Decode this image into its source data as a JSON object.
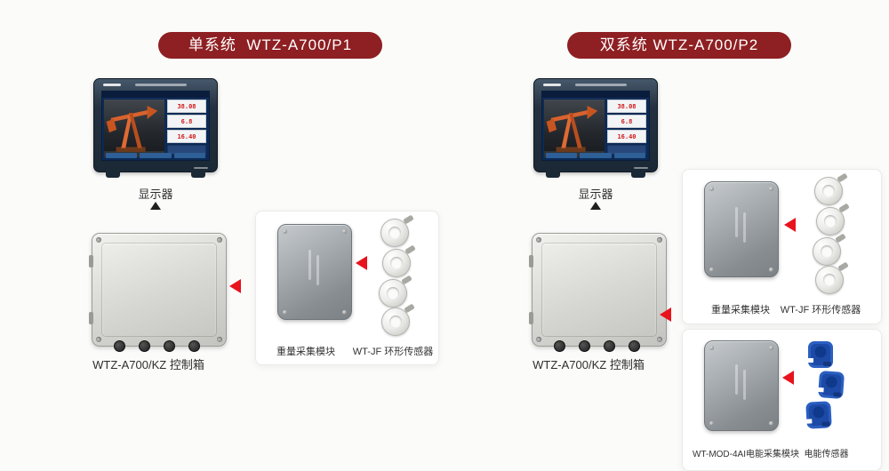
{
  "systems": [
    {
      "title": "单系统  WTZ-A700/P1",
      "monitor_label": "显示器",
      "control_label": "WTZ-A700/KZ 控制箱"
    },
    {
      "title": "双系统 WTZ-A700/P2",
      "monitor_label": "显示器",
      "control_label": "WTZ-A700/KZ 控制箱"
    }
  ],
  "panels": {
    "weight": {
      "module_label": "重量采集模块",
      "sensor_label": "WT-JF 环形传感器"
    },
    "power": {
      "module_label": "WT-MOD-4AI电能采集模块",
      "sensor_label": "电能传感器"
    }
  },
  "screen": {
    "values": [
      "38.08",
      "6.8",
      "16.40"
    ]
  },
  "colors": {
    "badge": "#8e1f22",
    "arrow": "#e8131d"
  }
}
